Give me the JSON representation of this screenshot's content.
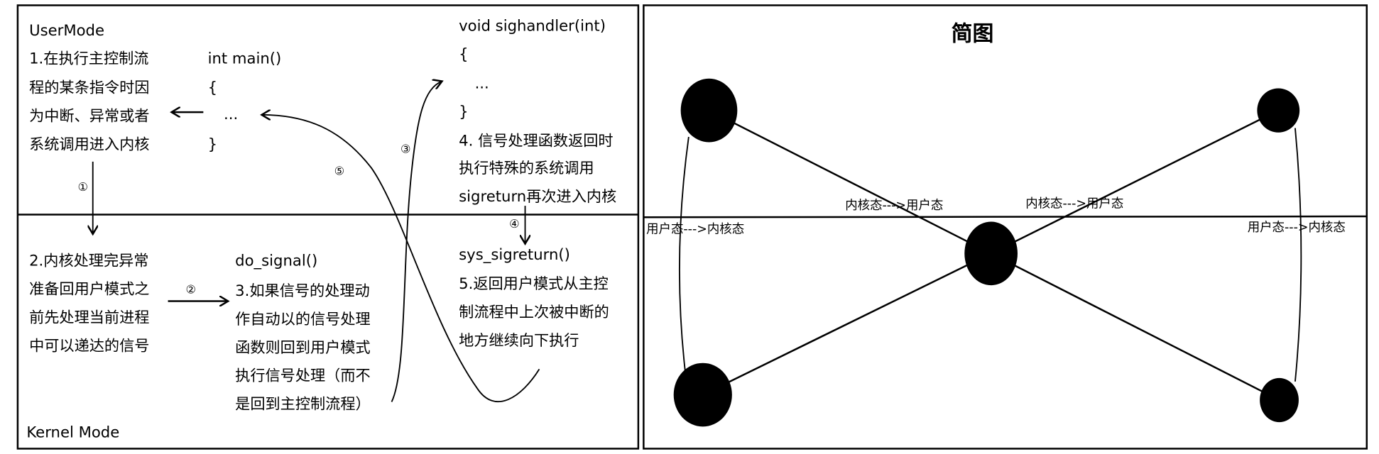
{
  "left_panel": {
    "user_mode_label": "UserMode",
    "kernel_mode_label": "Kernel Mode",
    "step1": [
      "1.在执行主控制流",
      "程的某条指令时因",
      "为中断、异常或者",
      "系统调用进入内核"
    ],
    "main_code": [
      "int main()",
      "{",
      "...",
      "}"
    ],
    "step2": [
      "2.内核处理完异常",
      "准备回用户模式之",
      "前先处理当前进程",
      "中可以递达的信号"
    ],
    "do_signal": "do_signal()",
    "step3": [
      "3.如果信号的处理动",
      "作自动以的信号处理",
      "函数则回到用户模式",
      "执行信号处理（而不",
      "是回到主控制流程）"
    ],
    "handler_code": [
      "void sighandler(int)",
      "{",
      "...",
      "}"
    ],
    "step4": [
      "4. 信号处理函数返回时",
      "执行特殊的系统调用",
      "sigreturn再次进入内核"
    ],
    "sys_sigreturn": "sys_sigreturn()",
    "step5": [
      "5.返回用户模式从主控",
      "制流程中上次被中断的",
      "地方继续向下执行"
    ],
    "markers": [
      "①",
      "②",
      "③",
      "④",
      "⑤"
    ]
  },
  "right_panel": {
    "title": "简图",
    "labels": {
      "kernel_to_user_1": "内核态--->用户态",
      "kernel_to_user_2": "内核态--->用户态",
      "user_to_kernel_1": "用户态--->内核态",
      "user_to_kernel_2": "用户态--->内核态"
    }
  }
}
